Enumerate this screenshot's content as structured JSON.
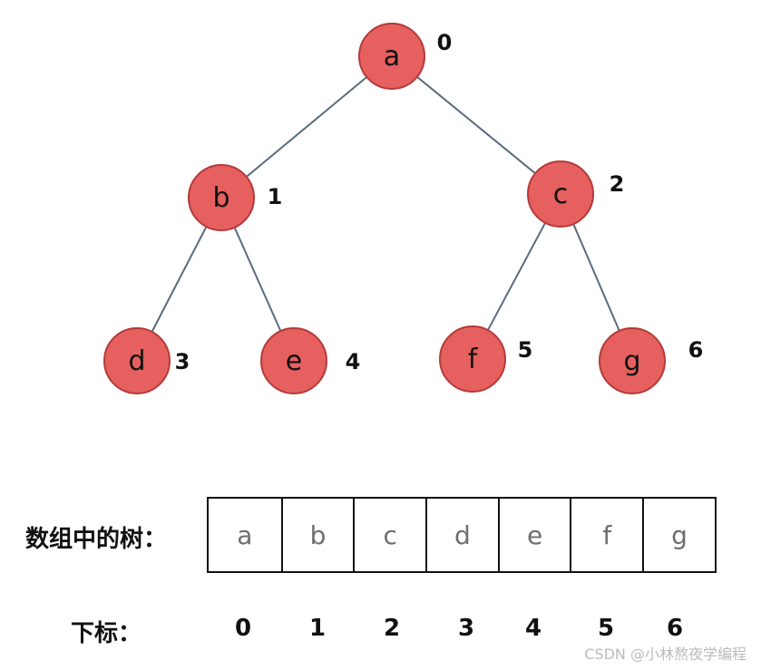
{
  "colors": {
    "node_fill": "#e5605f",
    "node_stroke": "#b43a3a",
    "edge": "#5a6b80",
    "array_text": "#6e6e6e"
  },
  "tree": {
    "nodes": [
      {
        "id": "a",
        "label": "a",
        "index": "0"
      },
      {
        "id": "b",
        "label": "b",
        "index": "1"
      },
      {
        "id": "c",
        "label": "c",
        "index": "2"
      },
      {
        "id": "d",
        "label": "d",
        "index": "3"
      },
      {
        "id": "e",
        "label": "e",
        "index": "4"
      },
      {
        "id": "f",
        "label": "f",
        "index": "5"
      },
      {
        "id": "g",
        "label": "g",
        "index": "6"
      }
    ],
    "edges": [
      [
        "a",
        "b"
      ],
      [
        "a",
        "c"
      ],
      [
        "b",
        "d"
      ],
      [
        "b",
        "e"
      ],
      [
        "c",
        "f"
      ],
      [
        "c",
        "g"
      ]
    ]
  },
  "array_row": {
    "title": "数组中的树：",
    "cells": [
      "a",
      "b",
      "c",
      "d",
      "e",
      "f",
      "g"
    ]
  },
  "index_row": {
    "title": "下标：",
    "indices": [
      "0",
      "1",
      "2",
      "3",
      "4",
      "5",
      "6"
    ]
  },
  "watermark": "CSDN @小林熬夜学编程"
}
